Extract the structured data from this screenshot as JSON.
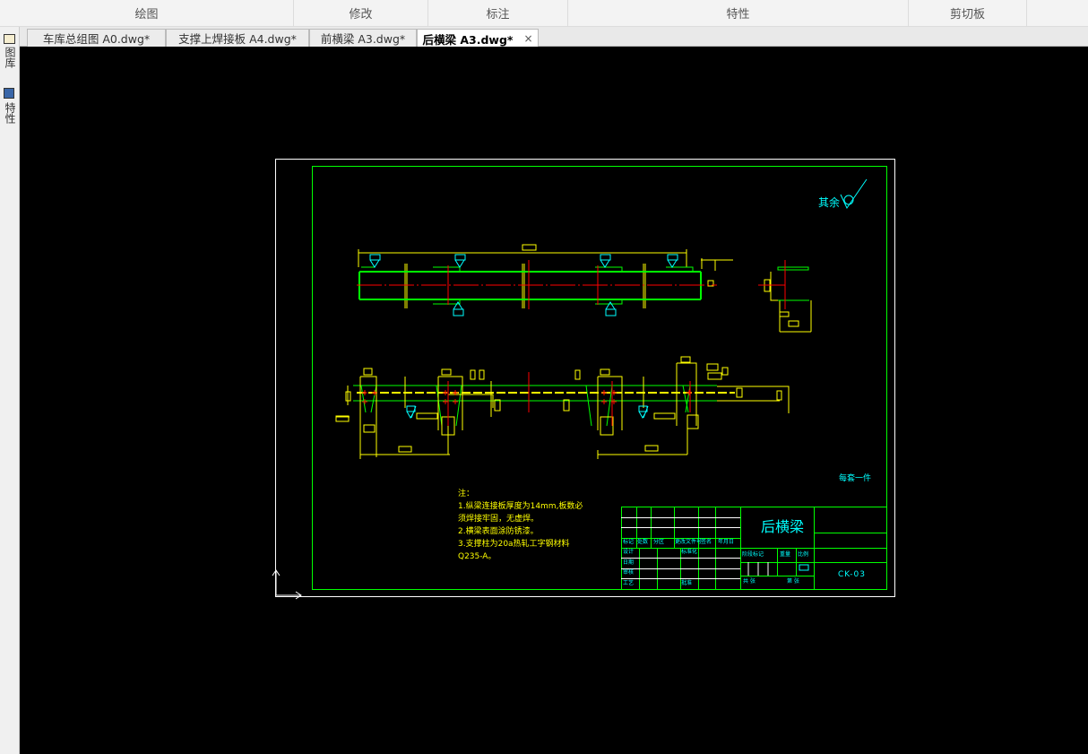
{
  "ribbon": {
    "sections": [
      "绘图",
      "修改",
      "标注",
      "特性",
      "剪切板"
    ]
  },
  "tabs": [
    {
      "label": "车库总组图 A0.dwg*"
    },
    {
      "label": "支撑上焊接板 A4.dwg*"
    },
    {
      "label": "前横梁 A3.dwg*"
    },
    {
      "label": "后横梁 A3.dwg*",
      "active": true,
      "close": "×"
    }
  ],
  "left_panel": {
    "items": [
      "图库",
      "特性"
    ]
  },
  "drawing": {
    "roughness_label": "其余",
    "quantity_note": "每套一件",
    "notes": [
      "注：",
      "1.纵梁连接板厚度为14mm,板数必",
      "须焊接牢固，无虚焊。",
      "2.横梁表面涂防锈漆。",
      "3.支撑柱为20a热轧工字钢材料",
      "Q235-A。"
    ],
    "title_block": {
      "part_name": "后横梁",
      "drawing_no": "CK-03",
      "rev_headers": [
        "标记",
        "处数",
        "分区",
        "更改文件号",
        "签名",
        "年月日"
      ],
      "roles": [
        "设计",
        "日期",
        "审核",
        "工艺"
      ],
      "standardization": "标准化",
      "approve": "批准",
      "stage_mark": "阶段标记",
      "weight": "重量",
      "scale": "比例",
      "sheets_total": "共  张",
      "sheet_no": "第  张"
    }
  },
  "colors": {
    "frame": "#ffffff",
    "border": "#00ff00",
    "geometry": "#ffff00",
    "center": "#ff0000",
    "annotation": "#00ffff"
  }
}
